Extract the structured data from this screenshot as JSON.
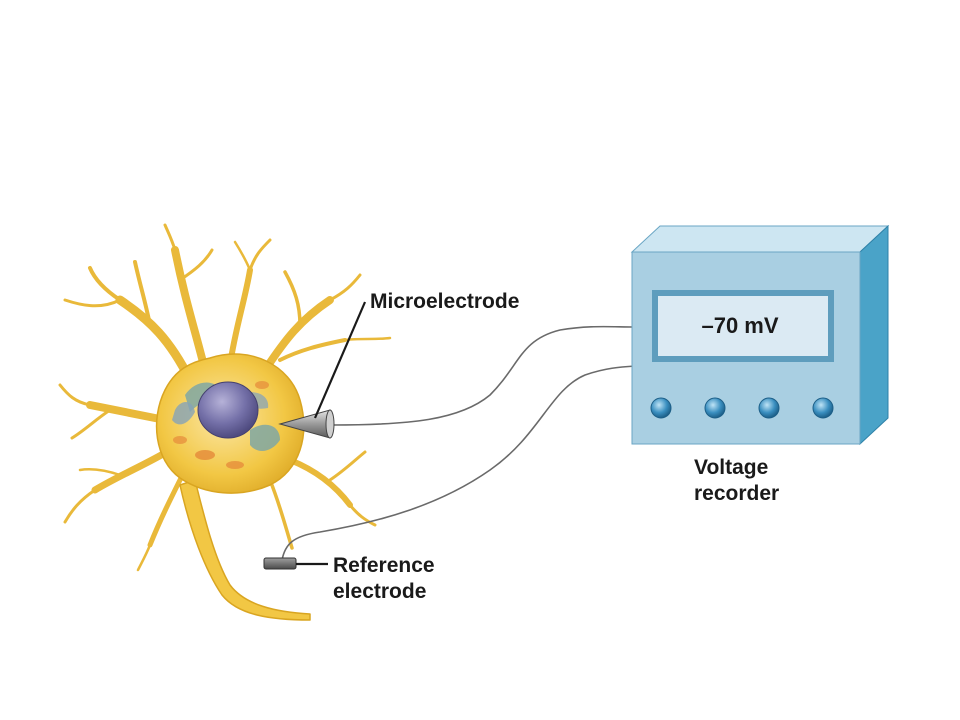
{
  "labels": {
    "microelectrode": "Microelectrode",
    "reference_line1": "Reference",
    "reference_line2": "electrode",
    "voltage_line1": "Voltage",
    "voltage_line2": "recorder"
  },
  "recorder": {
    "display_value": "–70 mV",
    "knob_count": 4
  },
  "colors": {
    "neuron": "#f2c744",
    "neuron_outline": "#d9a521",
    "nucleus": "#6e6aa0",
    "recorder_front": "#a9cfe2",
    "recorder_side": "#4aa3c8",
    "screen": "#dbeaf3",
    "knob": "#3a8fc0"
  }
}
